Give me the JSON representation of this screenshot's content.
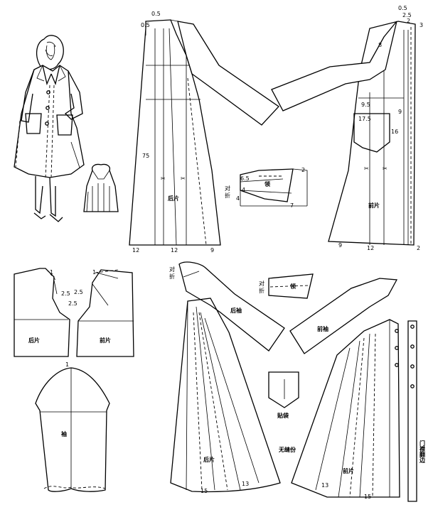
{
  "panel1": {
    "back_piece": {
      "label": "后片",
      "top_left": "0.5",
      "top_right": "0.5",
      "height": "75",
      "hem_left": "12",
      "hem_center": "12",
      "hem_right": "9"
    },
    "collar_draft": {
      "label": "领",
      "fold_label_1": "对",
      "fold_label_2": "折",
      "dim_65": "6.5",
      "dim_4a": "4",
      "dim_4b": "4",
      "dim_2": "2",
      "dim_7": "7"
    },
    "front_piece": {
      "label": "前片",
      "d05": "0.5",
      "d25": "2.5",
      "d2": "2",
      "d3": "3",
      "d8": "8",
      "d95": "9.5",
      "d9": "9",
      "d175": "17.5",
      "d16": "16",
      "hem_left": "9",
      "hem_center": "12",
      "hem_right": "2"
    }
  },
  "panel2": {
    "back_bodice": {
      "label": "后片",
      "d1": "1",
      "d25": "2.5",
      "d25b": "2.5"
    },
    "front_bodice": {
      "label": "前片",
      "d1": "1",
      "d25": "2.5"
    },
    "sleeve": {
      "label": "袖",
      "d1": "1"
    }
  },
  "panel3": {
    "back_sleeve": {
      "label": "后袖",
      "fold_1": "对",
      "fold_2": "折"
    },
    "collar": {
      "label": "领",
      "fold_1": "对",
      "fold_2": "折"
    },
    "front_sleeve": {
      "label": "前袖"
    },
    "pocket": {
      "label": "贴袋"
    },
    "back_skirt": {
      "label": "后片",
      "d15": "15",
      "d13": "13"
    },
    "no_seam": {
      "label": "无缝份"
    },
    "front_skirt": {
      "label": "前片",
      "d13": "13",
      "d15": "15"
    },
    "placket": {
      "label": "门襟翻边"
    }
  }
}
